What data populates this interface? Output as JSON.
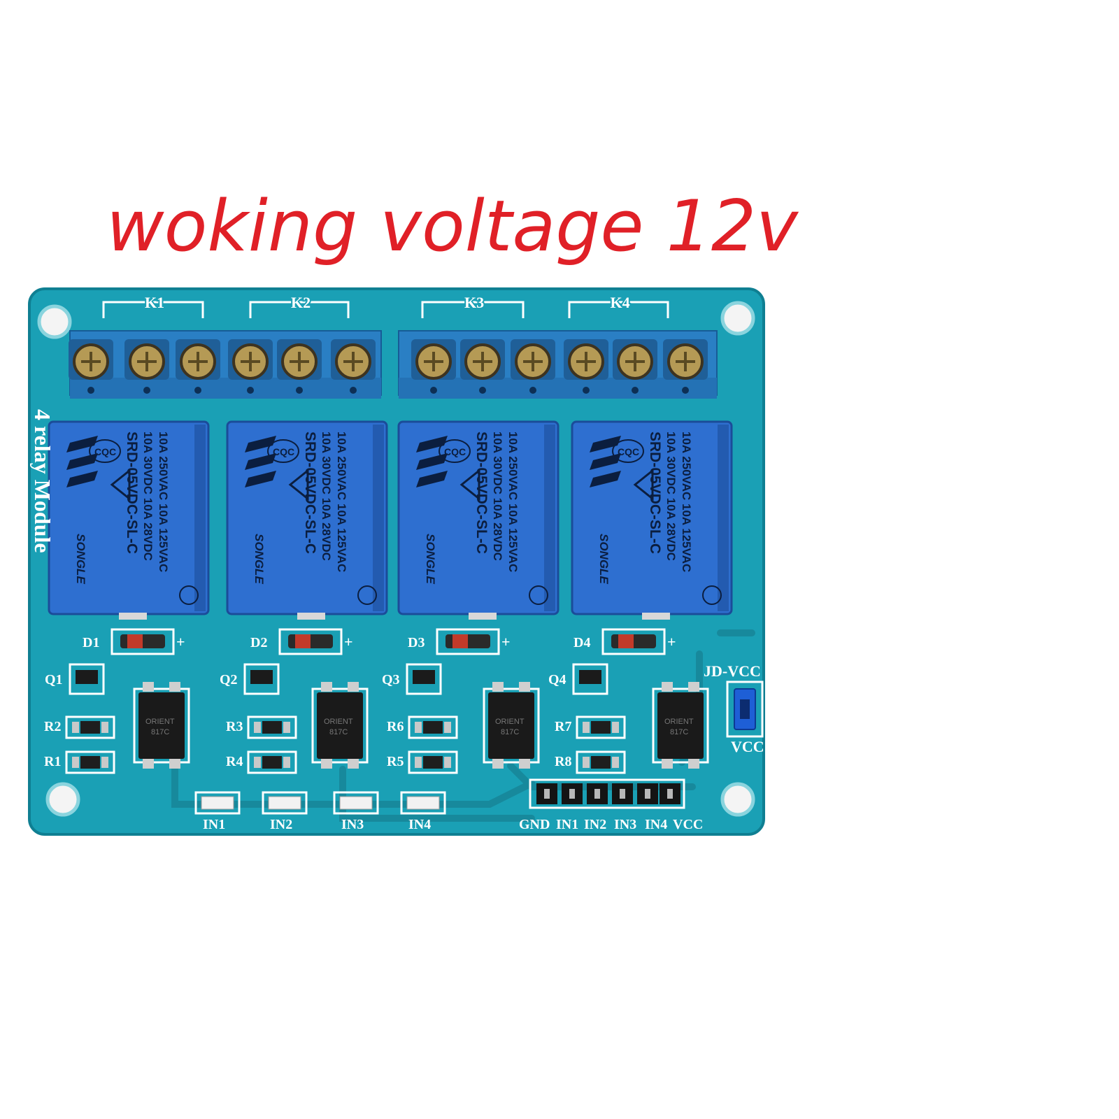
{
  "caption": "woking voltage 12v",
  "colors": {
    "caption": "#e02027",
    "pcb": "#1aa0b5",
    "terminal": "#2a7fc4",
    "relay": "#2e6fd0",
    "optocoupler": "#1a1a1a",
    "jumper": "#1e5fd6",
    "silkscreen": "#ffffff"
  },
  "board": {
    "side_label": "4 relay Module",
    "relays": [
      {
        "label": "K1",
        "line1": "10A 250VAC  10A 125VAC",
        "line2": "10A 30VDC  10A 28VDC",
        "model": "SRD-05VDC-SL-C",
        "brand": "SONGLE",
        "mark": "CQC"
      },
      {
        "label": "K2",
        "line1": "10A 250VAC  10A 125VAC",
        "line2": "10A 30VDC  10A 28VDC",
        "model": "SRD-05VDC-SL-C",
        "brand": "SONGLE",
        "mark": "CQC"
      },
      {
        "label": "K3",
        "line1": "10A 250VAC  10A 125VAC",
        "line2": "10A 30VDC  10A 28VDC",
        "model": "SRD-05VDC-SL-C",
        "brand": "SONGLE",
        "mark": "CQC"
      },
      {
        "label": "K4",
        "line1": "10A 250VAC  10A 125VAC",
        "line2": "10A 30VDC  10A 28VDC",
        "model": "SRD-05VDC-SL-C",
        "brand": "SONGLE",
        "mark": "CQC"
      }
    ],
    "diodes": [
      "D1",
      "D2",
      "D3",
      "D4"
    ],
    "transistors": [
      "Q1",
      "Q2",
      "Q3",
      "Q4"
    ],
    "resistors": [
      "R2",
      "R1",
      "R3",
      "R4",
      "R6",
      "R5",
      "R7",
      "R8"
    ],
    "opto_text": [
      "ORIENT",
      "817C"
    ],
    "leds": [
      "IN1",
      "IN2",
      "IN3",
      "IN4"
    ],
    "header_pins": [
      "GND",
      "IN1",
      "IN2",
      "IN3",
      "IN4",
      "VCC"
    ],
    "jumper_top": "JD-VCC",
    "jumper_bottom": "VCC",
    "plus": "+"
  }
}
